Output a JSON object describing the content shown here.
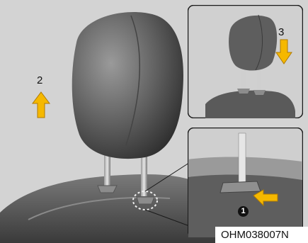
{
  "labels": {
    "step_raise": "2",
    "step_lower": "3",
    "step_button": "1",
    "figure_code": "OHM038007N"
  },
  "colors": {
    "background": "#d3d3d3",
    "seat_dark": "#3a3a3a",
    "seat_mid": "#6b6b6b",
    "arrow_fill": "#f5b800",
    "arrow_stroke": "#b07a00",
    "inset_border": "#1a1a1a"
  },
  "icons": {
    "up_arrow": "up-arrow-icon",
    "down_arrow": "down-arrow-icon",
    "push_arrow": "push-arrow-icon"
  }
}
